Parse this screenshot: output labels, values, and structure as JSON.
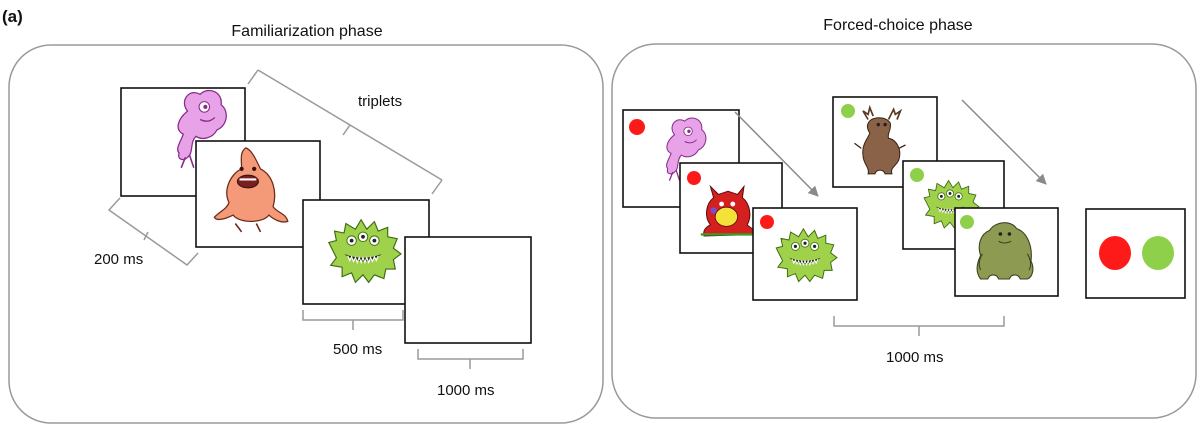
{
  "panel_label": "(a)",
  "familiarization": {
    "title": "Familiarization phase",
    "triplets_label": "triplets",
    "timing_200": "200 ms",
    "timing_500": "500 ms",
    "timing_1000": "1000 ms"
  },
  "forced_choice": {
    "title": "Forced-choice phase",
    "timing_1000": "1000 ms"
  },
  "colors": {
    "red_dot": "#ff1a1a",
    "green_dot": "#8ed04a",
    "panel_border": "#9a9a9a",
    "bracket": "#9a9a9a",
    "arrow": "#8a8a8a"
  },
  "icons": [
    "pink-monster-icon",
    "orange-monster-icon",
    "green-monster-icon",
    "red-monster-icon",
    "brown-monster-icon",
    "olive-monster-icon"
  ]
}
